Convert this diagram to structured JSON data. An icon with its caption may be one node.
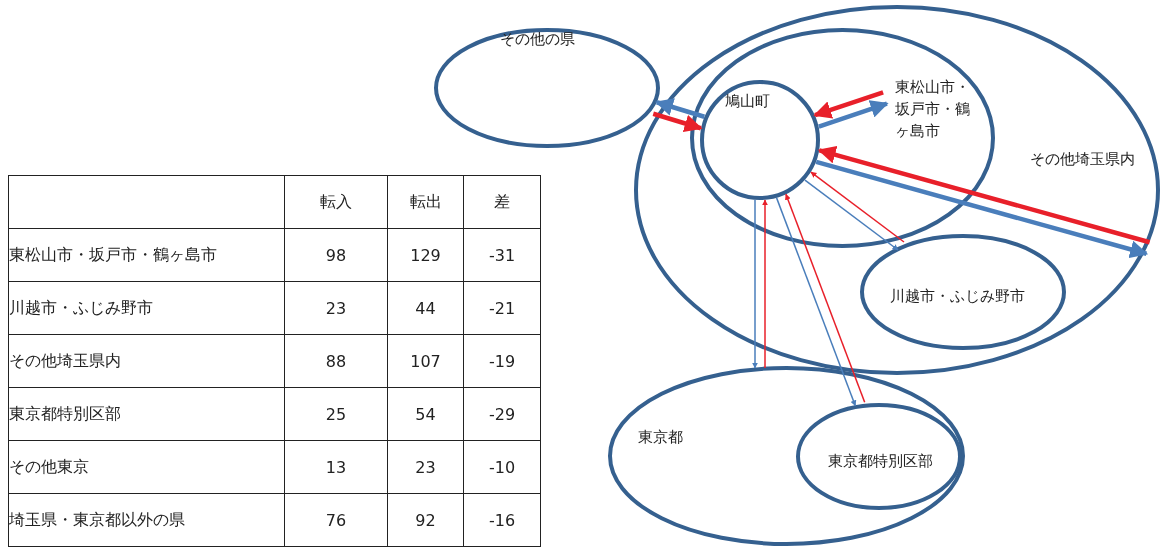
{
  "diagram": {
    "nodes": [
      {
        "text": [
          "その他の県"
        ]
      },
      {
        "text": [
          "その他埼玉県内"
        ]
      },
      {
        "text": [
          "鳩山町"
        ],
        "in": 3
      },
      {
        "text": [
          "東松山市・坂戸市・鶴ヶ島市"
        ],
        "in": 1
      },
      {
        "text": [
          "川越市・ふじみ野市"
        ],
        "in": 1
      },
      {
        "text": [
          "東京都"
        ]
      },
      {
        "text": [
          "東京都特別区部"
        ],
        "in": 5
      }
    ],
    "edges": [
      {
        "from": 2,
        "to": 0,
        "arrow": "to",
        "style": "thick",
        "color": "#4a7ebb"
      },
      {
        "from": 0,
        "to": 2,
        "arrow": "to",
        "style": "thick",
        "color": "#e8202a"
      },
      {
        "from": 2,
        "to": 3,
        "arrow": "to",
        "style": "thick",
        "color": "#4a7ebb"
      },
      {
        "from": 3,
        "to": 2,
        "arrow": "to",
        "style": "thick",
        "color": "#e8202a"
      },
      {
        "from": 2,
        "to": 1,
        "arrow": "to",
        "style": "thick",
        "color": "#4a7ebb"
      },
      {
        "from": 1,
        "to": 2,
        "arrow": "to",
        "style": "thick",
        "color": "#e8202a"
      },
      {
        "from": 2,
        "to": 4,
        "arrow": "to",
        "color": "#4a7ebb"
      },
      {
        "from": 4,
        "to": 2,
        "arrow": "to",
        "color": "#e8202a"
      },
      {
        "from": 2,
        "to": 5,
        "arrow": "to",
        "color": "#4a7ebb"
      },
      {
        "from": 5,
        "to": 2,
        "arrow": "to",
        "color": "#e8202a"
      },
      {
        "from": 2,
        "to": 6,
        "arrow": "to",
        "color": "#4a7ebb"
      },
      {
        "from": 6,
        "to": 2,
        "arrow": "to",
        "color": "#e8202a"
      }
    ],
    "labels": [
      "転入",
      "転出",
      "差",
      "東松山市・坂戸市・鶴ヶ島市",
      "98",
      "129",
      "-31",
      "川越市・ふじみ野市",
      "23",
      "44",
      "-21",
      "その他埼玉県内",
      "88",
      "107",
      "-19",
      "東京都特別区部",
      "25",
      "54",
      "-29",
      "その他東京",
      "13",
      "23",
      "-10",
      "埼玉県・東京都以外の県",
      "76",
      "92",
      "-16"
    ]
  }
}
